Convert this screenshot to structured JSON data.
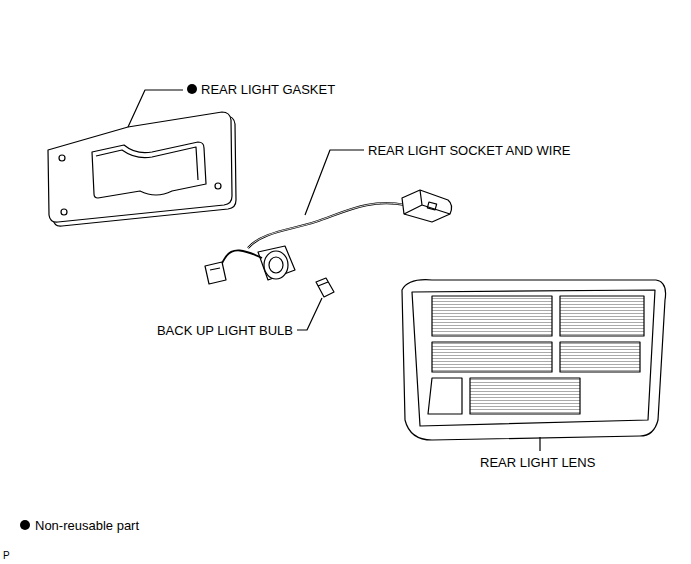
{
  "diagram": {
    "labels": [
      "REAR LIGHT GASKET",
      "REAR LIGHT SOCKET AND WIRE",
      "BACK UP LIGHT BULB",
      "REAR LIGHT LENS",
      "P"
    ],
    "legend": [
      {
        "text": "Non-reusable part"
      }
    ]
  }
}
